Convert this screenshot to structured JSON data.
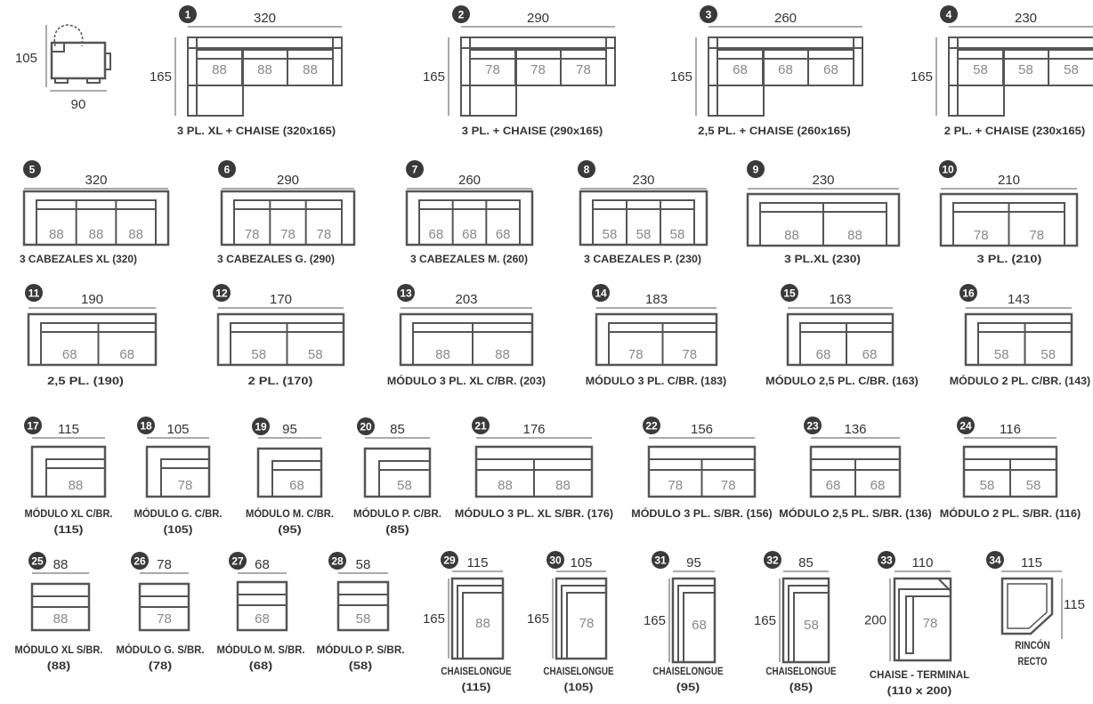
{
  "colors": {
    "line": "#555555",
    "text": "#333333",
    "seat_text": "#888888",
    "badge": "#3a3a3a",
    "badge_text": "#ffffff"
  },
  "base_unit": {
    "depth": "90",
    "height": "105"
  },
  "modules": [
    {
      "num": "1",
      "width": "320",
      "depth": "165",
      "seats": [
        "88",
        "88",
        "88"
      ],
      "caption": [
        "3 PL. XL + CHAISE (320x165)"
      ]
    },
    {
      "num": "2",
      "width": "290",
      "depth": "165",
      "seats": [
        "78",
        "78",
        "78"
      ],
      "caption": [
        "3 PL. + CHAISE (290x165)"
      ]
    },
    {
      "num": "3",
      "width": "260",
      "depth": "165",
      "seats": [
        "68",
        "68",
        "68"
      ],
      "caption": [
        "2,5 PL. + CHAISE (260x165)"
      ]
    },
    {
      "num": "4",
      "width": "230",
      "depth": "165",
      "seats": [
        "58",
        "58",
        "58"
      ],
      "caption": [
        "2 PL. + CHAISE (230x165)"
      ]
    },
    {
      "num": "5",
      "width": "320",
      "seats": [
        "88",
        "88",
        "88"
      ],
      "caption": [
        "3 CABEZALES XL (320)"
      ]
    },
    {
      "num": "6",
      "width": "290",
      "seats": [
        "78",
        "78",
        "78"
      ],
      "caption": [
        "3 CABEZALES G. (290)"
      ]
    },
    {
      "num": "7",
      "width": "260",
      "seats": [
        "68",
        "68",
        "68"
      ],
      "caption": [
        "3 CABEZALES M. (260)"
      ]
    },
    {
      "num": "8",
      "width": "230",
      "seats": [
        "58",
        "58",
        "58"
      ],
      "caption": [
        "3 CABEZALES P. (230)"
      ]
    },
    {
      "num": "9",
      "width": "230",
      "seats": [
        "88",
        "88"
      ],
      "caption": [
        "3 PL.XL (230)"
      ]
    },
    {
      "num": "10",
      "width": "210",
      "seats": [
        "78",
        "78"
      ],
      "caption": [
        "3 PL. (210)"
      ]
    },
    {
      "num": "11",
      "width": "190",
      "seats": [
        "68",
        "68"
      ],
      "caption": [
        "2,5 PL. (190)"
      ]
    },
    {
      "num": "12",
      "width": "170",
      "seats": [
        "58",
        "58"
      ],
      "caption": [
        "2 PL. (170)"
      ]
    },
    {
      "num": "13",
      "width": "203",
      "seats": [
        "88",
        "88"
      ],
      "caption": [
        "MÓDULO 3 PL. XL C/BR. (203)"
      ]
    },
    {
      "num": "14",
      "width": "183",
      "seats": [
        "78",
        "78"
      ],
      "caption": [
        "MÓDULO 3 PL. C/BR. (183)"
      ]
    },
    {
      "num": "15",
      "width": "163",
      "seats": [
        "68",
        "68"
      ],
      "caption": [
        "MÓDULO 2,5 PL. C/BR. (163)"
      ]
    },
    {
      "num": "16",
      "width": "143",
      "seats": [
        "58",
        "58"
      ],
      "caption": [
        "MÓDULO 2 PL. C/BR. (143)"
      ]
    },
    {
      "num": "17",
      "width": "115",
      "seats": [
        "88"
      ],
      "caption": [
        "MÓDULO XL C/BR.",
        "(115)"
      ]
    },
    {
      "num": "18",
      "width": "105",
      "seats": [
        "78"
      ],
      "caption": [
        "MÓDULO G. C/BR.",
        "(105)"
      ]
    },
    {
      "num": "19",
      "width": "95",
      "seats": [
        "68"
      ],
      "caption": [
        "MÓDULO M. C/BR.",
        "(95)"
      ]
    },
    {
      "num": "20",
      "width": "85",
      "seats": [
        "58"
      ],
      "caption": [
        "MÓDULO P. C/BR.",
        "(85)"
      ]
    },
    {
      "num": "21",
      "width": "176",
      "seats": [
        "88",
        "88"
      ],
      "caption": [
        "MÓDULO 3 PL. XL S/BR. (176)"
      ]
    },
    {
      "num": "22",
      "width": "156",
      "seats": [
        "78",
        "78"
      ],
      "caption": [
        "MÓDULO 3 PL. S/BR. (156)"
      ]
    },
    {
      "num": "23",
      "width": "136",
      "seats": [
        "68",
        "68"
      ],
      "caption": [
        "MÓDULO 2,5 PL. S/BR. (136)"
      ]
    },
    {
      "num": "24",
      "width": "116",
      "seats": [
        "58",
        "58"
      ],
      "caption": [
        "MÓDULO 2 PL. S/BR. (116)"
      ]
    },
    {
      "num": "25",
      "width": "88",
      "seats": [
        "88"
      ],
      "caption": [
        "MÓDULO XL S/BR.",
        "(88)"
      ]
    },
    {
      "num": "26",
      "width": "78",
      "seats": [
        "78"
      ],
      "caption": [
        "MÓDULO G. S/BR.",
        "(78)"
      ]
    },
    {
      "num": "27",
      "width": "68",
      "seats": [
        "68"
      ],
      "caption": [
        "MÓDULO M. S/BR.",
        "(68)"
      ]
    },
    {
      "num": "28",
      "width": "58",
      "seats": [
        "58"
      ],
      "caption": [
        "MÓDULO P. S/BR.",
        "(58)"
      ]
    },
    {
      "num": "29",
      "width": "115",
      "depth": "165",
      "seats": [
        "88"
      ],
      "caption": [
        "CHAISELONGUE",
        "(115)"
      ]
    },
    {
      "num": "30",
      "width": "105",
      "depth": "165",
      "seats": [
        "78"
      ],
      "caption": [
        "CHAISELONGUE",
        "(105)"
      ]
    },
    {
      "num": "31",
      "width": "95",
      "depth": "165",
      "seats": [
        "68"
      ],
      "caption": [
        "CHAISELONGUE",
        "(95)"
      ]
    },
    {
      "num": "32",
      "width": "85",
      "depth": "165",
      "seats": [
        "58"
      ],
      "caption": [
        "CHAISELONGUE",
        "(85)"
      ]
    },
    {
      "num": "33",
      "width": "110",
      "depth": "200",
      "seats": [
        "78"
      ],
      "caption": [
        "CHAISE - TERMINAL",
        "(110 x 200)"
      ]
    },
    {
      "num": "34",
      "width": "115",
      "depth": "115",
      "seats": [],
      "caption": [
        "RINCÓN",
        "RECTO"
      ]
    }
  ]
}
